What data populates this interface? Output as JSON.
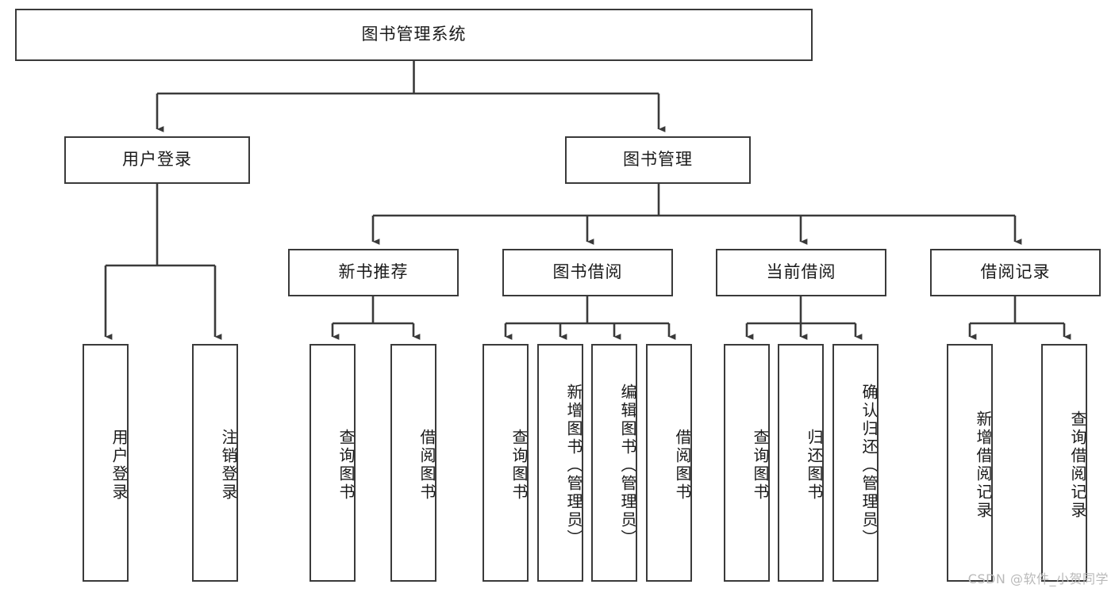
{
  "diagram": {
    "type": "hierarchy-tree",
    "title": "图书管理系统",
    "orientation": "top-down",
    "colors": {
      "background": "#ffffff",
      "box_border": "#3a3a3a",
      "box_fill": "#ffffff",
      "connector": "#3a3a3a",
      "text": "#1a1a1a",
      "watermark": "#b9b9b9"
    },
    "nodes": {
      "root": {
        "label": "图书管理系统",
        "level": 0
      },
      "level1": [
        {
          "id": "user-login",
          "label": "用户登录"
        },
        {
          "id": "book-manage",
          "label": "图书管理"
        }
      ],
      "level2": [
        {
          "id": "new-book-recommend",
          "label": "新书推荐",
          "parent": "book-manage"
        },
        {
          "id": "book-borrow",
          "label": "图书借阅",
          "parent": "book-manage"
        },
        {
          "id": "current-borrow",
          "label": "当前借阅",
          "parent": "book-manage"
        },
        {
          "id": "borrow-record",
          "label": "借阅记录",
          "parent": "book-manage"
        }
      ],
      "leaves": [
        {
          "id": "leaf-user-login",
          "label": "用户登录",
          "parent": "user-login"
        },
        {
          "id": "leaf-user-logout",
          "label": "注销登录",
          "parent": "user-login"
        },
        {
          "id": "leaf-query-book-1",
          "label": "查询图书",
          "parent": "new-book-recommend"
        },
        {
          "id": "leaf-borrow-book-1",
          "label": "借阅图书",
          "parent": "new-book-recommend"
        },
        {
          "id": "leaf-query-book-2",
          "label": "查询图书",
          "parent": "book-borrow"
        },
        {
          "id": "leaf-add-book",
          "label": "新增图书（管理员）",
          "parent": "book-borrow"
        },
        {
          "id": "leaf-edit-book",
          "label": "编辑图书（管理员）",
          "parent": "book-borrow"
        },
        {
          "id": "leaf-borrow-book-2",
          "label": "借阅图书",
          "parent": "book-borrow"
        },
        {
          "id": "leaf-query-book-3",
          "label": "查询图书",
          "parent": "current-borrow"
        },
        {
          "id": "leaf-return-book",
          "label": "归还图书",
          "parent": "current-borrow"
        },
        {
          "id": "leaf-confirm-return",
          "label": "确认归还（管理员）",
          "parent": "current-borrow"
        },
        {
          "id": "leaf-add-record",
          "label": "新增借阅记录",
          "parent": "borrow-record"
        },
        {
          "id": "leaf-query-record",
          "label": "查询借阅记录",
          "parent": "borrow-record"
        }
      ]
    },
    "watermark": "CSDN @软件_小贺同学"
  }
}
